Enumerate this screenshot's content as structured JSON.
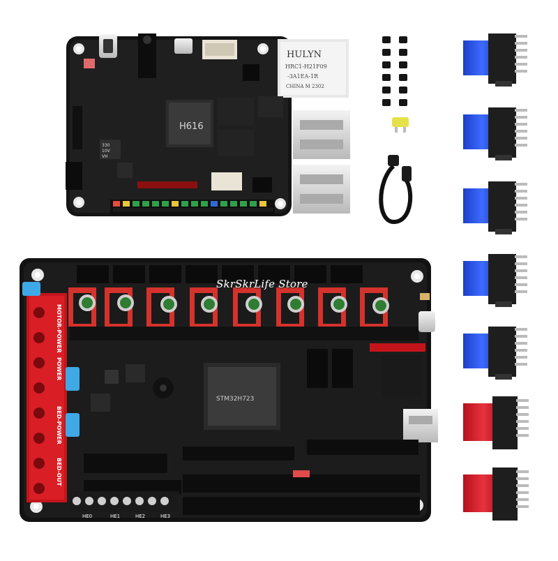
{
  "scene": {
    "watermark": "SkrSkrLife Store",
    "pi_board": {
      "chip": "H616",
      "ethernet_label": [
        "HULYN",
        "HRC1-H21F09",
        "-3A1EA-1R",
        "CHINA M 2302"
      ],
      "cap_label": [
        "330",
        "10V",
        "VH"
      ]
    },
    "main_board": {
      "terminal_labels": [
        "MOTOR-POWER",
        "POWER",
        "BED-POWER",
        "BED-OUT"
      ],
      "heater_labels": [
        "HE0",
        "HE1",
        "HE2",
        "HE3"
      ],
      "mcu_label": "STM32H723"
    },
    "drivers": {
      "blue_count": 5,
      "red_count": 2
    }
  }
}
